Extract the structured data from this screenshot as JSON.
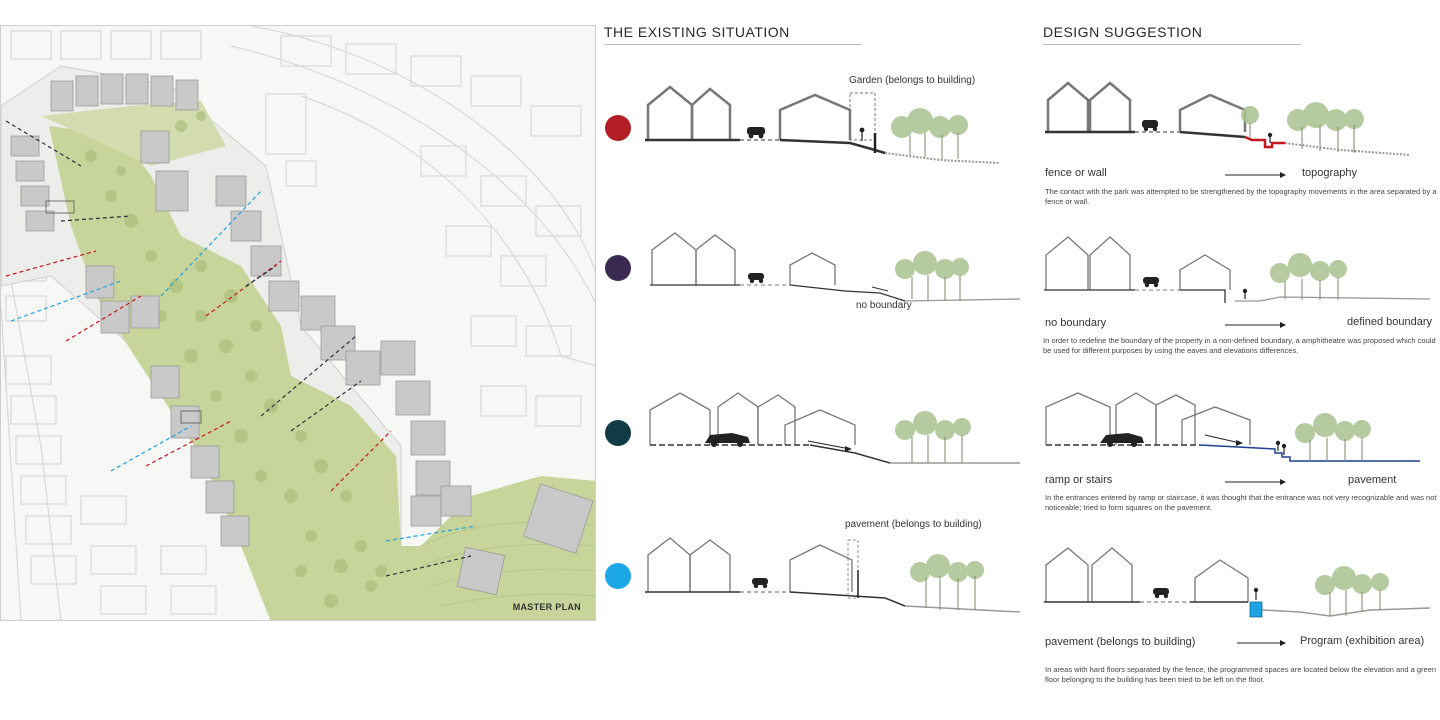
{
  "master_plan": {
    "label": "MASTER PLAN"
  },
  "headers": {
    "existing": "THE EXISTING SITUATION",
    "design": "DESIGN SUGGESTION"
  },
  "colors": {
    "row1": "#b11f24",
    "row2": "#3a2a52",
    "row3": "#123c45",
    "row4": "#1ba7e6",
    "accent_red": "#c4161c",
    "accent_blue": "#1f3f8f",
    "accent_cyan": "#1aa3e0",
    "tree": "#a9c18f",
    "park": "#c7d49a"
  },
  "existing": {
    "row1_label": "Garden (belongs to building)",
    "row2_label": "no boundary",
    "row4_label": "pavement (belongs to building)"
  },
  "design": {
    "row1": {
      "left": "fence or wall",
      "right": "topography",
      "desc": "The contact with the park was attempted to be strengthened by the topography movements in the area separated by a fence or wall."
    },
    "row2": {
      "left": "no boundary",
      "right": "defined boundary",
      "desc": "In order to redefine the boundary of the property in a non-defined boundary, a amphitheatre was proposed which could be used for different purposes by using the eaves and elevations differences."
    },
    "row3": {
      "left": "ramp or stairs",
      "right": "pavement",
      "desc": "In the entrances entered by ramp or staircase, it was thought that the entrance was not very recognizable and was not noticeable; tried to form squares on the pavement."
    },
    "row4": {
      "left": "pavement (belongs to building)",
      "right": "Program (exhibition area)",
      "desc": "In areas with hard floors separated by the fence, the programmed spaces are located below the elevation and a green floor belonging to the building has been tried to be left on the floor."
    }
  }
}
